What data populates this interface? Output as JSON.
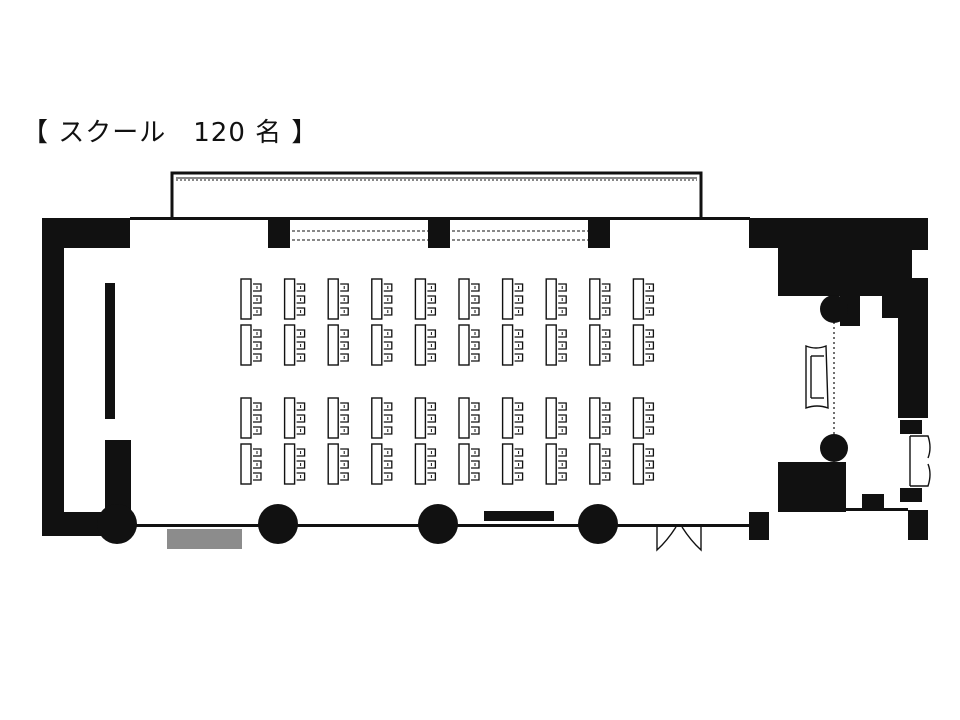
{
  "layout_title": "【 スクール　120 名 】",
  "style": "school",
  "capacity": 120,
  "floor_plan": {
    "seating": {
      "arrangement": "classroom",
      "table_columns": 10,
      "table_rows": 4,
      "seats_per_table": 3
    },
    "elements": [
      "stage",
      "columns",
      "sofa",
      "entrance-doors",
      "service-door",
      "storage"
    ]
  },
  "colors": {
    "ink": "#111111",
    "storage": "#8c8c8c",
    "background": "#ffffff"
  }
}
